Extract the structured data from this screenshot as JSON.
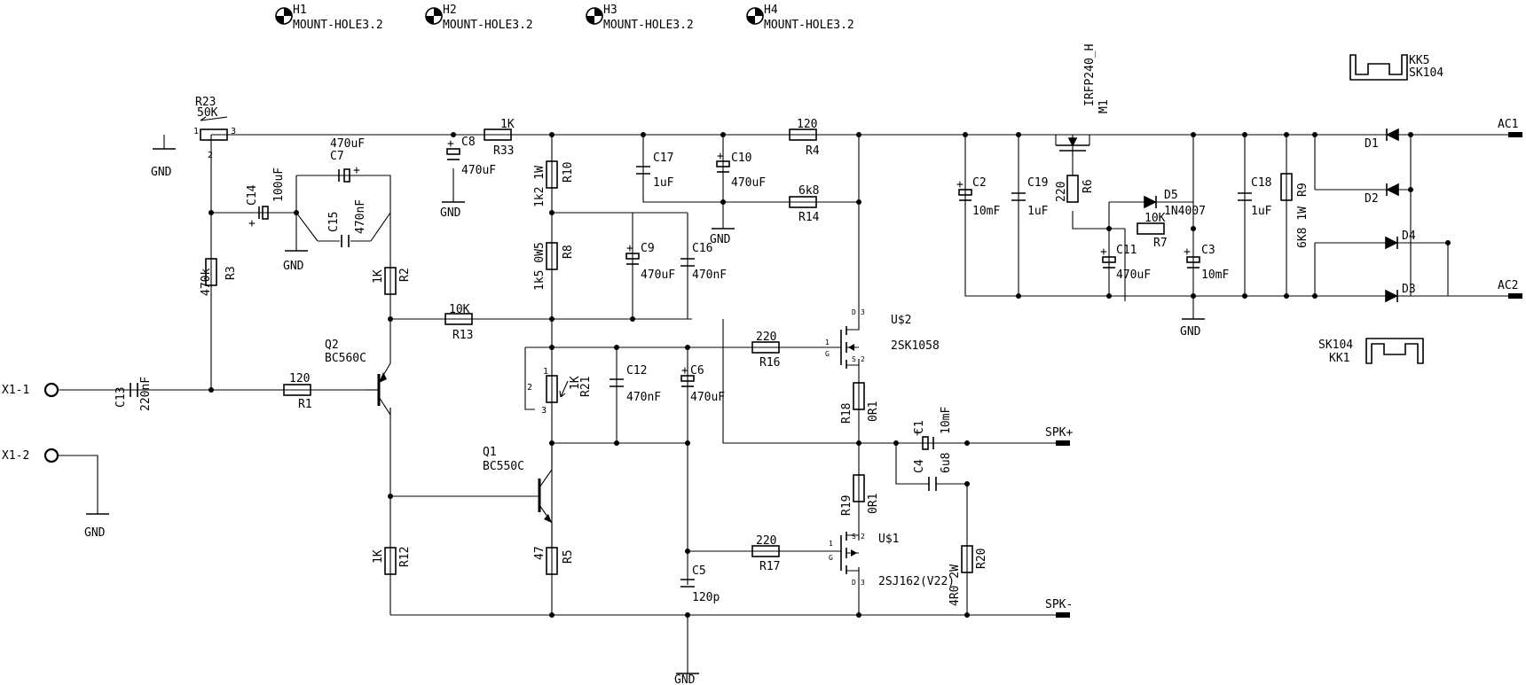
{
  "mount_holes": [
    {
      "ref": "H1",
      "value": "MOUNT-HOLE3.2"
    },
    {
      "ref": "H2",
      "value": "MOUNT-HOLE3.2"
    },
    {
      "ref": "H3",
      "value": "MOUNT-HOLE3.2"
    },
    {
      "ref": "H4",
      "value": "MOUNT-HOLE3.2"
    }
  ],
  "heatsinks": [
    {
      "ref": "KK5",
      "value": "SK104"
    },
    {
      "ref": "KK1",
      "value": "SK104"
    }
  ],
  "connectors": {
    "x1_1": "X1-1",
    "x1_2": "X1-2",
    "spk_pos": "SPK+",
    "spk_neg": "SPK-",
    "ac1": "AC1",
    "ac2": "AC2"
  },
  "gnd_label": "GND",
  "resistors": {
    "r23": {
      "ref": "R23",
      "value": "50K",
      "pin1": "1",
      "pin2": "2",
      "pin3": "3"
    },
    "r33": {
      "ref": "R33",
      "value": "1K"
    },
    "r10": {
      "ref": "R10",
      "value": "1k2 1W"
    },
    "r4": {
      "ref": "R4",
      "value": "120"
    },
    "r14": {
      "ref": "R14",
      "value": "6k8"
    },
    "r8": {
      "ref": "R8",
      "value": "1k5 0W5"
    },
    "r3": {
      "ref": "R3",
      "value": "470k"
    },
    "r2": {
      "ref": "R2",
      "value": "1K"
    },
    "r13": {
      "ref": "R13",
      "value": "10K"
    },
    "r1": {
      "ref": "R1",
      "value": "120"
    },
    "r21": {
      "ref": "R21",
      "value": "1K",
      "pin1": "1",
      "pin2": "2",
      "pin3": "3"
    },
    "r16": {
      "ref": "R16",
      "value": "220"
    },
    "r17": {
      "ref": "R17",
      "value": "220"
    },
    "r12": {
      "ref": "R12",
      "value": "1K"
    },
    "r5": {
      "ref": "R5",
      "value": "47"
    },
    "r18": {
      "ref": "R18",
      "value": "0R1"
    },
    "r19": {
      "ref": "R19",
      "value": "0R1"
    },
    "r20": {
      "ref": "R20",
      "value": "4R0 2W"
    },
    "r6": {
      "ref": "R6",
      "value": "220"
    },
    "r7": {
      "ref": "R7",
      "value": "10K"
    },
    "r9": {
      "ref": "R9",
      "value": "6K8 1W"
    }
  },
  "capacitors": {
    "c7": {
      "ref": "C7",
      "value": "470uF"
    },
    "c8": {
      "ref": "C8",
      "value": "470uF"
    },
    "c14": {
      "ref": "C14",
      "value": "100uF"
    },
    "c15": {
      "ref": "C15",
      "value": "470nF"
    },
    "c17": {
      "ref": "C17",
      "value": "1uF"
    },
    "c10": {
      "ref": "C10",
      "value": "470uF"
    },
    "c9": {
      "ref": "C9",
      "value": "470uF"
    },
    "c16": {
      "ref": "C16",
      "value": "470nF"
    },
    "c13": {
      "ref": "C13",
      "value": "220nF"
    },
    "c12": {
      "ref": "C12",
      "value": "470nF"
    },
    "c6": {
      "ref": "C6",
      "value": "470uF"
    },
    "c5": {
      "ref": "C5",
      "value": "120p"
    },
    "c1": {
      "ref": "C1",
      "value": "10mF"
    },
    "c4": {
      "ref": "C4",
      "value": "6u8"
    },
    "c2": {
      "ref": "C2",
      "value": "10mF"
    },
    "c19": {
      "ref": "C19",
      "value": "1uF"
    },
    "c11": {
      "ref": "C11",
      "value": "470uF"
    },
    "c3": {
      "ref": "C3",
      "value": "10mF"
    },
    "c18": {
      "ref": "C18",
      "value": "1uF"
    }
  },
  "transistors": {
    "q2": {
      "ref": "Q2",
      "value": "BC560C"
    },
    "q1": {
      "ref": "Q1",
      "value": "BC550C"
    },
    "u2": {
      "ref": "U$2",
      "value": "2SK1058",
      "pin_d": "D",
      "pin_g": "G",
      "pin_s": "S",
      "pin1": "1",
      "pin2": "2",
      "pin3": "3"
    },
    "u1": {
      "ref": "U$1",
      "value": "2SJ162(V22)",
      "pin_d": "D",
      "pin_g": "G",
      "pin_s": "S",
      "pin1": "1",
      "pin2": "2",
      "pin3": "3"
    },
    "m1": {
      "ref": "M1",
      "value": "IRFP240_H"
    }
  },
  "diodes": {
    "d5": {
      "ref": "D5",
      "value": "1N4007"
    },
    "d1": {
      "ref": "D1"
    },
    "d2": {
      "ref": "D2"
    },
    "d3": {
      "ref": "D3"
    },
    "d4": {
      "ref": "D4"
    }
  },
  "plus_sign": "+"
}
